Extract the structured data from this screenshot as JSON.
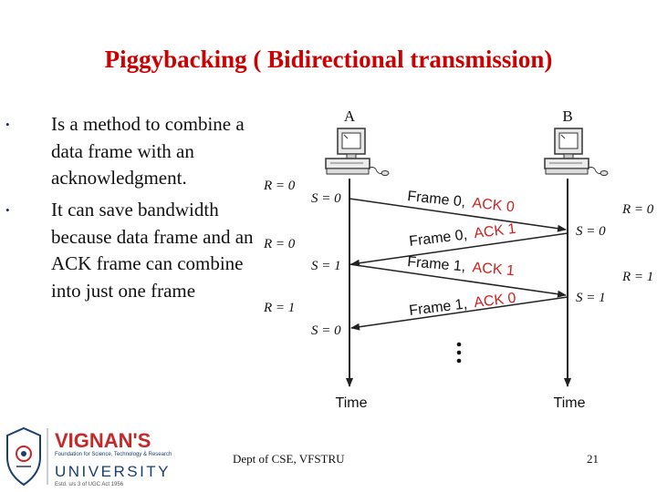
{
  "slide": {
    "title": "Piggybacking ( Bidirectional transmission)",
    "bullets": [
      {
        "text": "Is a method to combine a data frame with an acknowledgment.",
        "lines": [
          "Is a method to combine a",
          "data frame with an",
          "acknowledgment."
        ]
      },
      {
        "text": "It can save bandwidth because data frame and an ACK frame can combine into just one frame",
        "lines": [
          "It can save bandwidth",
          "because data frame and an",
          "ACK frame can combine",
          "into just one frame"
        ]
      }
    ],
    "footer": "Dept of CSE, VFSTRU",
    "page_number": "21"
  },
  "logo": {
    "name": "VIGNAN'S",
    "tagline": "Foundation for Science, Technology & Research",
    "university": "UNIVERSITY",
    "established": "Estd. u/s 3 of UGC Act 1956"
  },
  "diagram": {
    "stations": [
      "A",
      "B"
    ],
    "time_label": "Time",
    "left_state_labels": [
      {
        "text": "R = 0",
        "kind": "R"
      },
      {
        "text": "S = 0",
        "kind": "S"
      },
      {
        "text": "R = 0",
        "kind": "R"
      },
      {
        "text": "S = 1",
        "kind": "S"
      },
      {
        "text": "R = 1",
        "kind": "R"
      },
      {
        "text": "S = 0",
        "kind": "S"
      }
    ],
    "right_state_labels": [
      {
        "text": "R = 0",
        "kind": "R"
      },
      {
        "text": "S = 0",
        "kind": "S"
      },
      {
        "text": "R = 1",
        "kind": "R"
      },
      {
        "text": "S = 1",
        "kind": "S"
      }
    ],
    "frames": [
      {
        "data": "Frame 0,",
        "ack": "ACK 0",
        "direction": "A-to-B"
      },
      {
        "data": "Frame 0,",
        "ack": "ACK 1",
        "direction": "B-to-A"
      },
      {
        "data": "Frame 1,",
        "ack": "ACK 1",
        "direction": "A-to-B"
      },
      {
        "data": "Frame 1,",
        "ack": "ACK 0",
        "direction": "B-to-A"
      }
    ],
    "colors": {
      "ack": "#cc2222",
      "title": "#cc0000",
      "line": "#222222",
      "logo_red": "#c62828",
      "logo_blue": "#1a3e6e"
    }
  }
}
